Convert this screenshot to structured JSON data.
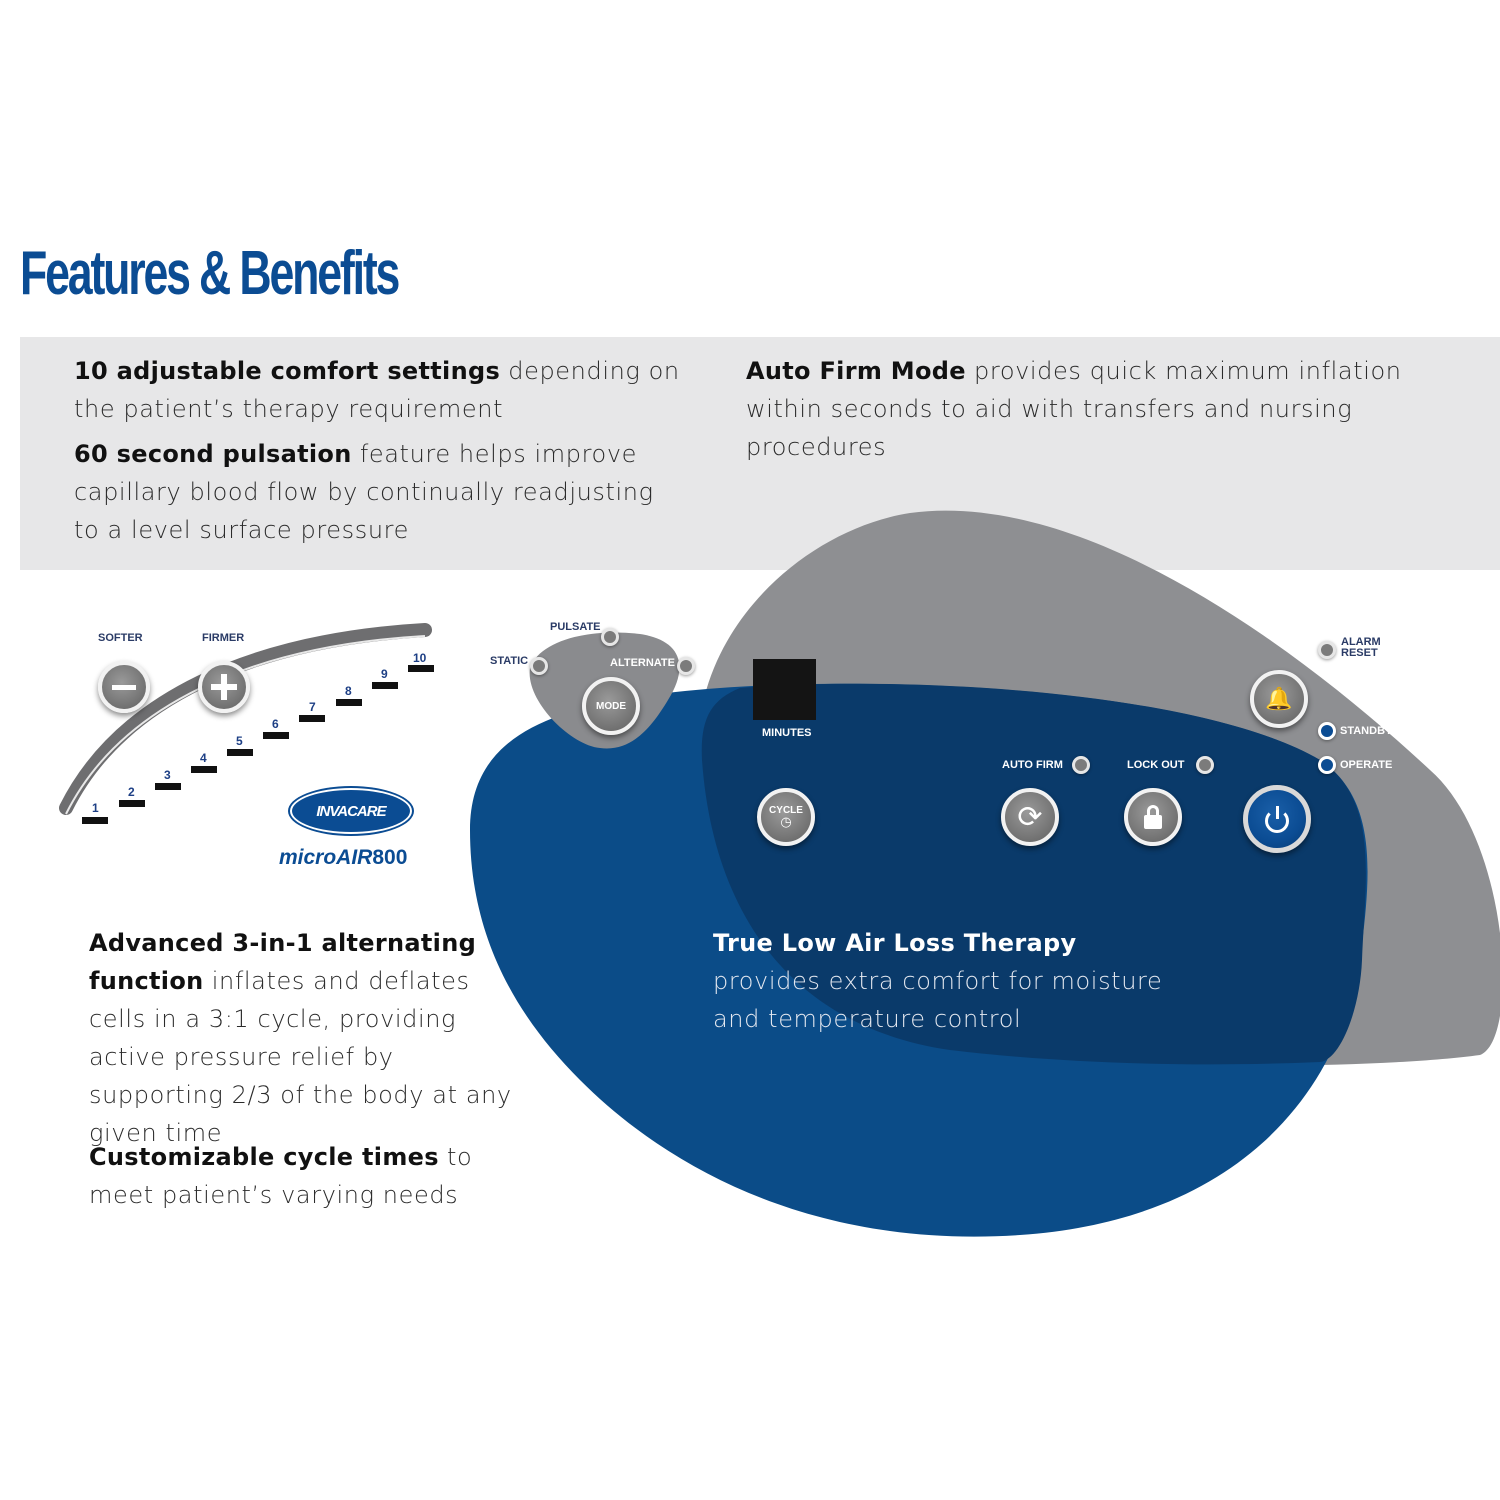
{
  "title": "Features & Benefits",
  "features": {
    "comfort": {
      "bold": "10 adjustable comfort settings",
      "text": " depending on the patient’s therapy requirement"
    },
    "pulsation": {
      "bold": "60 second pulsation",
      "text": " feature helps improve capillary blood flow by continually readjusting to a level surface pressure"
    },
    "auto_firm": {
      "bold": "Auto Firm Mode",
      "text": " provides quick maximum inflation within seconds to aid with transfers and nursing procedures"
    },
    "alternating": {
      "bold": "Advanced 3-in-1 alternating function",
      "text": " inflates and deflates cells in a 3:1 cycle, providing active pressure relief by supporting 2/3 of the body at any given time"
    },
    "cycle_times": {
      "bold": "Customizable cycle times",
      "text": " to meet patient’s varying needs"
    },
    "low_air_loss": {
      "bold": "True Low Air Loss Therapy",
      "text": " provides extra comfort for moisture and temperature control"
    }
  },
  "panel": {
    "softer_label": "SOFTER",
    "firmer_label": "FIRMER",
    "levels": [
      "1",
      "2",
      "3",
      "4",
      "5",
      "6",
      "7",
      "8",
      "9",
      "10"
    ],
    "static_label": "STATIC",
    "pulsate_label": "PULSATE",
    "alternate_label": "ALTERNATE",
    "mode_label": "MODE",
    "minutes_label": "MINUTES",
    "cycle_label": "CYCLE",
    "auto_firm_label": "AUTO FIRM",
    "lock_out_label": "LOCK OUT",
    "alarm_reset_label": "ALARM RESET",
    "standby_label": "STANDBY",
    "operate_label": "OPERATE"
  },
  "brand": {
    "logo": "INVACARE",
    "product": "microAIR",
    "model": "800"
  },
  "colors": {
    "title_blue": "#0b4c93",
    "blob_blue": "#0b4c88",
    "blob_gray": "#8e8f92",
    "band_gray": "#e7e7e8"
  }
}
